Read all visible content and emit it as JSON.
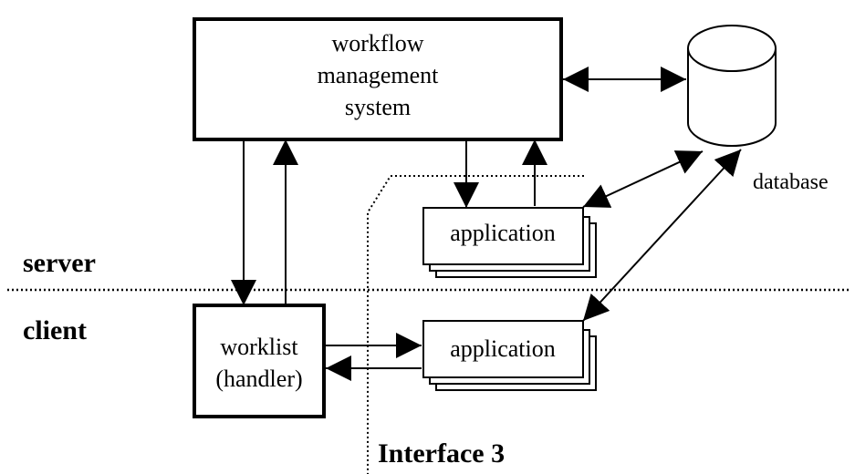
{
  "wfms": {
    "line1": "workflow",
    "line2": "management",
    "line3": "system"
  },
  "database": {
    "label": "database"
  },
  "server_application": {
    "label": "application"
  },
  "client_application": {
    "label": "application"
  },
  "worklist": {
    "line1": "worklist",
    "line2": "(handler)"
  },
  "zones": {
    "server": "server",
    "client": "client"
  },
  "interface": {
    "label": "Interface 3"
  },
  "colors": {
    "stroke": "#000000",
    "background": "#ffffff"
  }
}
